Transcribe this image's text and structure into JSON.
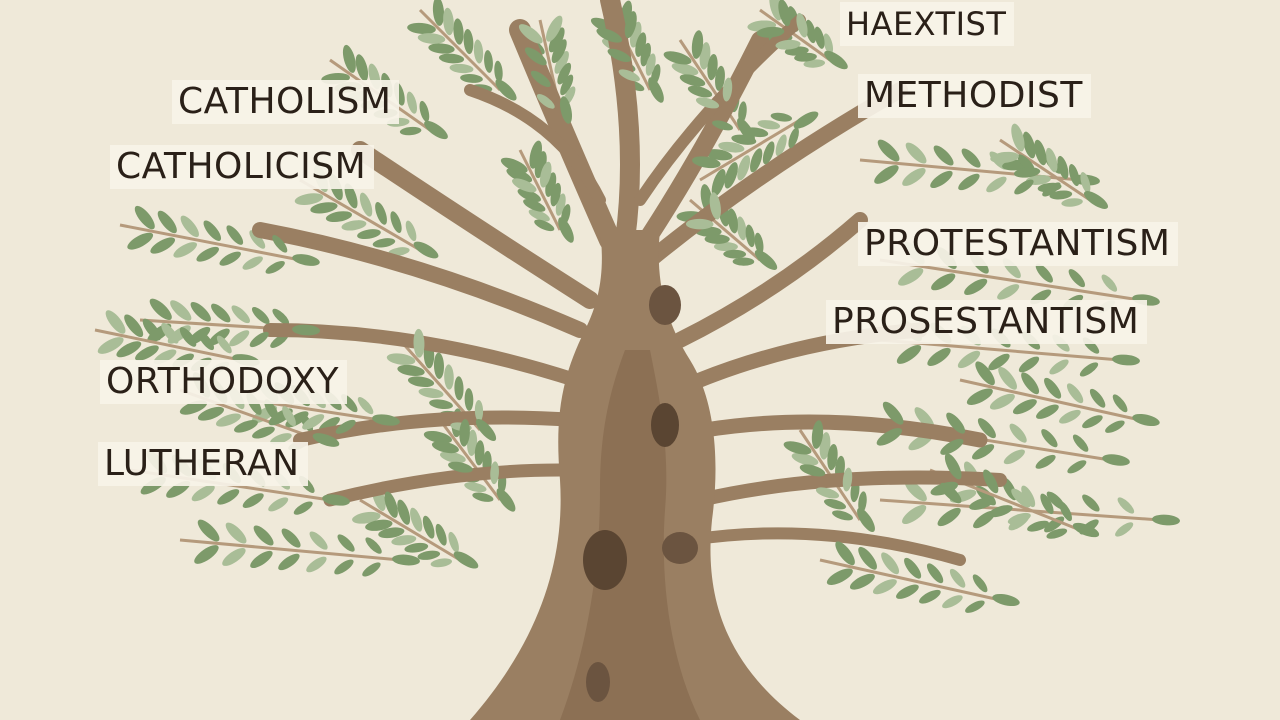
{
  "labels": {
    "haextist": "HAEXTIST",
    "methodist": "METHODIST",
    "catholism": "CATHOLISM",
    "catholicism": "CATHOLICISM",
    "protestantism": "PROTESTANTISM",
    "prosestantism": "PROSESTANTISM",
    "orthodoxy": "ORTHODOXY",
    "lutheran": "LUTHERAN"
  },
  "colors": {
    "background": "#efe9d9",
    "trunk": "#9a7f62",
    "trunk_dark": "#6b5440",
    "leaf": "#7d9a6a",
    "leaf_light": "#a9bd97"
  }
}
